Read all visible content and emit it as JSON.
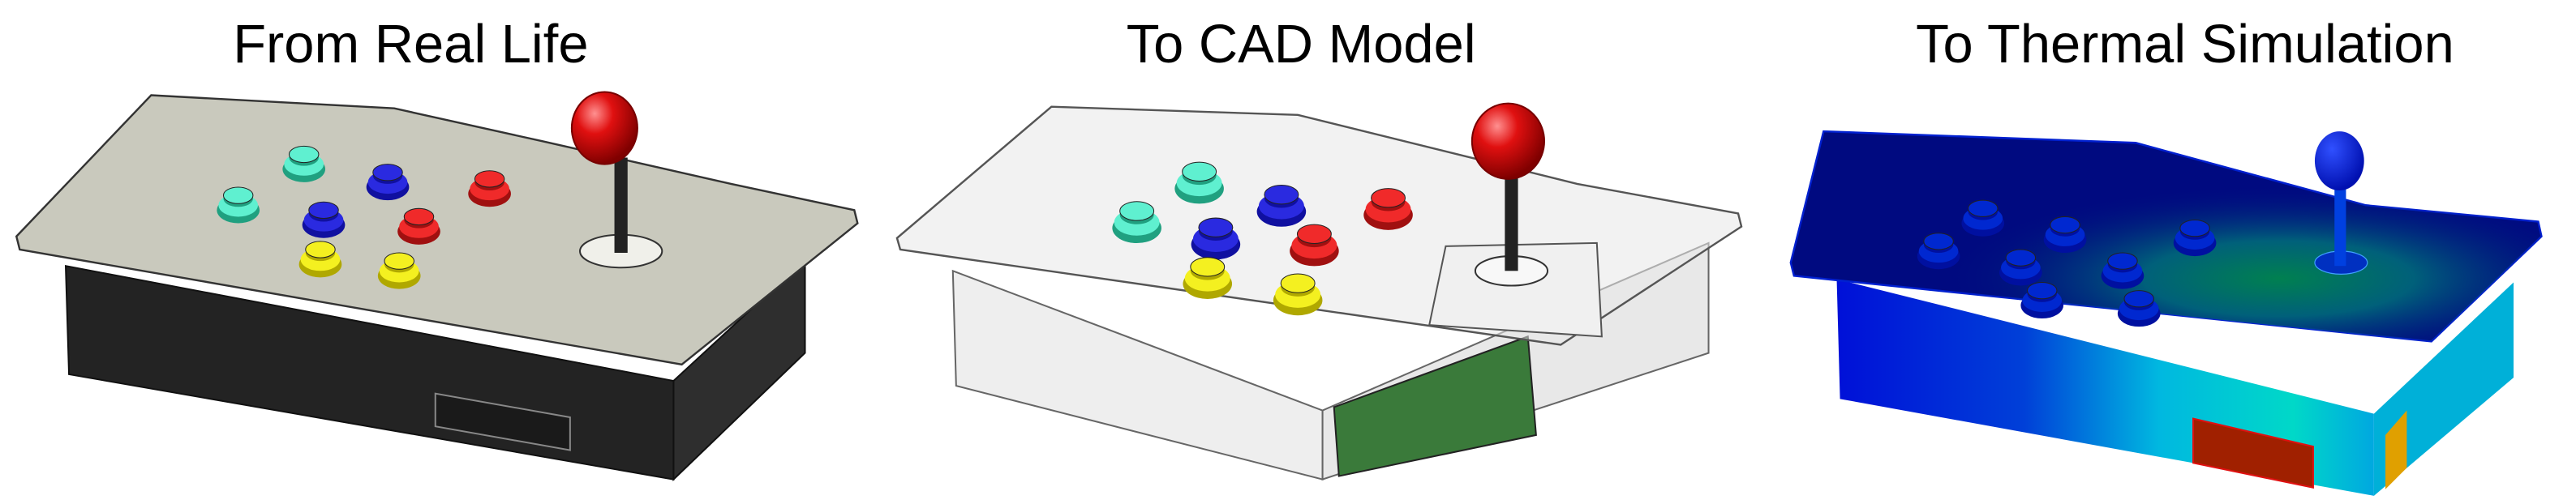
{
  "panels": [
    {
      "title": "From Real Life"
    },
    {
      "title": "To CAD Model"
    },
    {
      "title": "To Thermal Simulation"
    }
  ],
  "colors": {
    "plate_real": "#c9c9bd",
    "box_real": "#232323",
    "joystick_ball": "#e01010",
    "button_cyan": "#5ff0d0",
    "button_blue": "#2a2ae0",
    "button_red": "#f02a2a",
    "button_yellow": "#f4f020",
    "thermal_plate": "#000a80",
    "thermal_hot": "#d01010",
    "thermal_warm": "#00c8c8"
  }
}
